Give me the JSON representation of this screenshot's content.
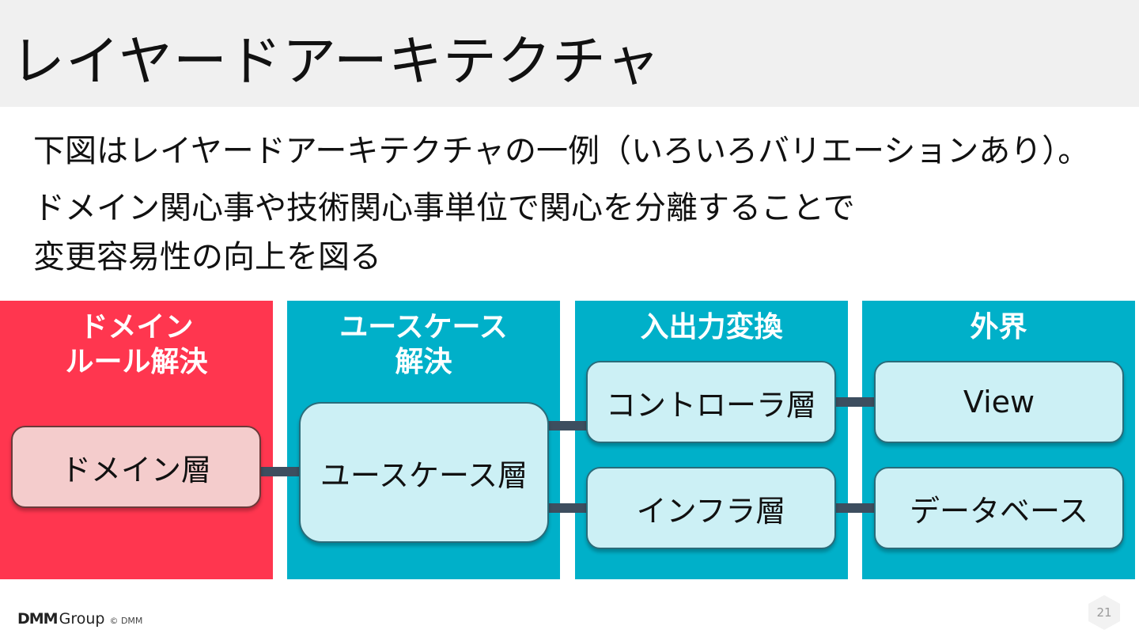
{
  "slide": {
    "title": "レイヤードアーキテクチャ",
    "line1": "下図はレイヤードアーキテクチャの一例（いろいろバリエーションあり）。",
    "line2a": "ドメイン関心事や技術関心事単位で関心を分離することで",
    "line2b": "変更容易性の向上を図る"
  },
  "diagram": {
    "columns": [
      {
        "heading": [
          "ドメイン",
          "ルール解決"
        ],
        "color": "#ff364f"
      },
      {
        "heading": [
          "ユースケース",
          "解決"
        ],
        "color": "#00b0c9"
      },
      {
        "heading": [
          "入出力変換"
        ],
        "color": "#00b0c9"
      },
      {
        "heading": [
          "外界"
        ],
        "color": "#00b0c9"
      }
    ],
    "boxes": {
      "domain_layer": "ドメイン層",
      "usecase_layer": "ユースケース層",
      "controller_layer": "コントローラ層",
      "infra_layer": "インフラ層",
      "view": "View",
      "database": "データベース"
    }
  },
  "footer": {
    "brand": "DMM",
    "group": "Group",
    "copyright": "© DMM",
    "page": "21"
  }
}
